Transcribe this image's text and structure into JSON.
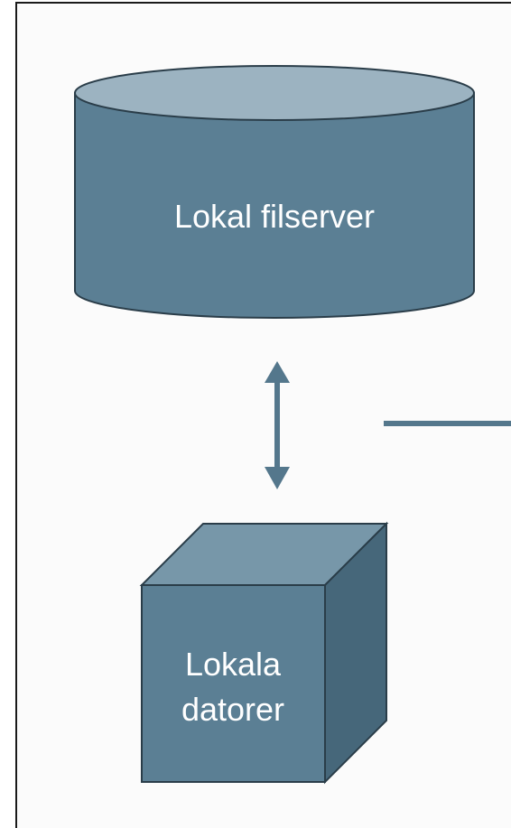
{
  "diagram": {
    "nodes": {
      "server": {
        "label": "Lokal filserver",
        "shape": "cylinder"
      },
      "computers": {
        "label_line1": "Lokala",
        "label_line2": "datorer",
        "shape": "cube"
      }
    },
    "edges": [
      {
        "from": "server",
        "to": "computers",
        "style": "double-arrow"
      }
    ],
    "colors": {
      "primary": "#5b7f94",
      "top": "#9cb3c1",
      "cube_top": "#7797a9",
      "cube_side": "#46677a",
      "stroke": "#2a3d49",
      "connector": "#54778c",
      "text": "#ffffff"
    }
  }
}
